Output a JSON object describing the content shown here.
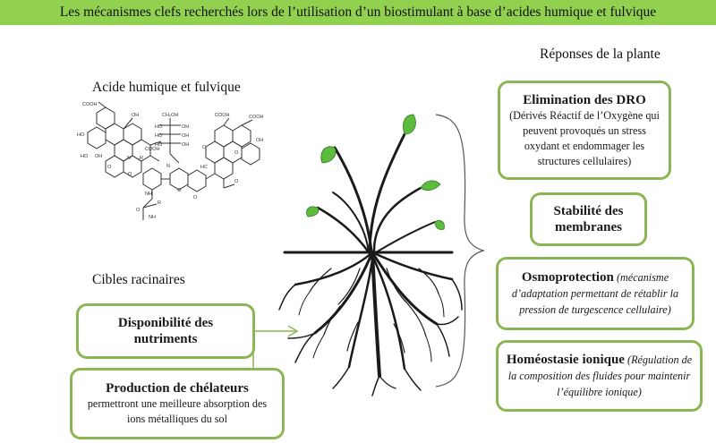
{
  "title": "Les mécanismes clefs recherchés lors de l’utilisation d’un biostimulant à base d’acides humique et fulvique",
  "left": {
    "molecule_title": "Acide humique et fulvique",
    "targets_title": "Cibles racinaires",
    "boxes": [
      {
        "title": "Disponibilité des nutriments"
      },
      {
        "title": "Production de chélateurs",
        "desc": "permettront une meilleure absorption des ions métalliques du sol"
      }
    ]
  },
  "right": {
    "title": "Réponses de la plante",
    "boxes": [
      {
        "title": "Elimination des DRO",
        "desc": "(Dérivés Réactif de l’Oxygène qui peuvent provoqués un stress oxydant et endommager les structures cellulaires)"
      },
      {
        "title": "Stabilité des membranes"
      },
      {
        "title": "Osmoprotection",
        "desc": "(mécanisme d’adaptation permettant de rétablir la pression de turgescence cellulaire)"
      },
      {
        "title": "Homéostasie ionique",
        "desc": "(Régulation de la composition des fluides pour maintenir l’équilibre ionique)"
      }
    ]
  },
  "molecule_labels": {
    "cooh": "COOH",
    "ho": "HO",
    "oh": "OH",
    "o": "O",
    "n": "N",
    "nh": "NH",
    "r": "R",
    "hc": "HC",
    "ch": "CH",
    "ch2oh": "CH₂OH"
  },
  "colors": {
    "banner": "#92d050",
    "box_border": "#8cb654",
    "leaf": "#5dbb3f",
    "stem": "#1a1a1a"
  }
}
